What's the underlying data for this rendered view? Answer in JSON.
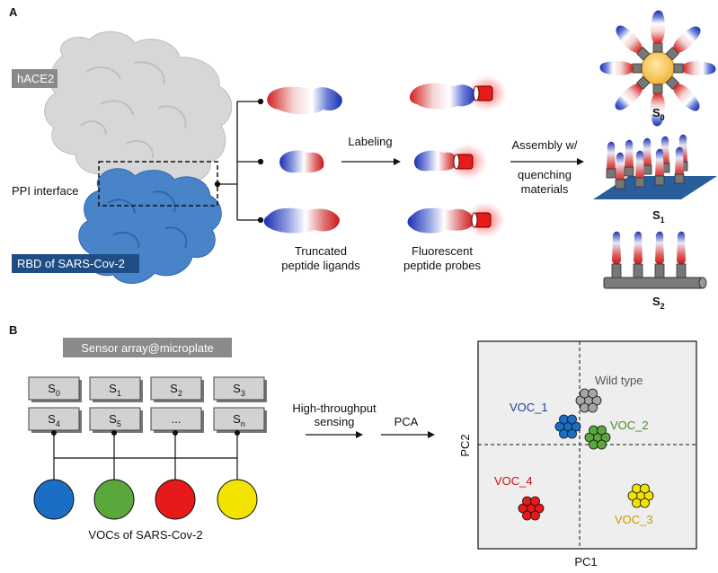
{
  "panelA": {
    "label": "A",
    "hace2_label": "hACE2",
    "ppi_label": "PPI interface",
    "rbd_label": "RBD of SARS-Cov-2",
    "labeling": "Labeling",
    "assembly_line1": "Assembly w/",
    "assembly_line2": "quenching",
    "assembly_line3": "materials",
    "truncated_line1": "Truncated",
    "truncated_line2": "peptide ligands",
    "fluorescent_line1": "Fluorescent",
    "fluorescent_line2": "peptide probes",
    "s0": "S",
    "s0_sub": "0",
    "s1": "S",
    "s1_sub": "1",
    "s2": "S",
    "s2_sub": "2"
  },
  "panelB": {
    "label": "B",
    "sensor_title": "Sensor array@microplate",
    "cells_row1": [
      {
        "main": "S",
        "sub": "0"
      },
      {
        "main": "S",
        "sub": "1"
      },
      {
        "main": "S",
        "sub": "2"
      },
      {
        "main": "S",
        "sub": "3"
      }
    ],
    "cells_row2": [
      {
        "main": "S",
        "sub": "4"
      },
      {
        "main": "S",
        "sub": "5"
      },
      {
        "main": "...",
        "sub": ""
      },
      {
        "main": "S",
        "sub": "n"
      }
    ],
    "voc_circle_colors": [
      "#1a6fc4",
      "#5aa83c",
      "#e8191a",
      "#f2e400"
    ],
    "vocs_label": "VOCs of SARS-Cov-2",
    "high_throughput_line1": "High-throughput",
    "high_throughput_line2": "sensing",
    "pca": "PCA",
    "pc1": "PC1",
    "pc2": "PC2",
    "clusters": [
      {
        "label": "Wild type",
        "color": "#a6a6a6",
        "label_color": "#555555"
      },
      {
        "label": "VOC_1",
        "color": "#1a6fc4",
        "label_color": "#1f3f9a"
      },
      {
        "label": "VOC_2",
        "color": "#5aa83c",
        "label_color": "#4a8a2a"
      },
      {
        "label": "VOC_4",
        "color": "#e8191a",
        "label_color": "#d01010"
      },
      {
        "label": "VOC_3",
        "color": "#f2e400",
        "label_color": "#c89a00"
      }
    ]
  }
}
